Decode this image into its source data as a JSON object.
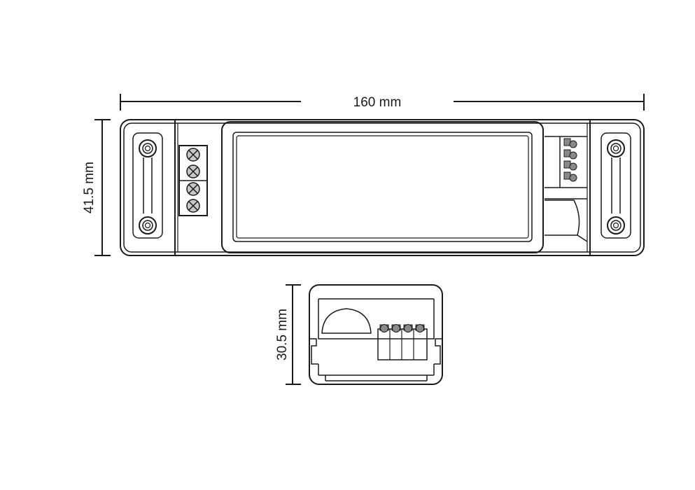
{
  "dimensions": {
    "length": "160 mm",
    "width": "41.5 mm",
    "height": "30.5 mm"
  },
  "colors": {
    "line": "#1a1a1a",
    "screw_fill": "#c8c8c8",
    "push_terminal_fill": "#8a8a8a",
    "background": "#ffffff"
  },
  "components": {
    "top_view": {
      "screw_terminals": 4,
      "push_terminals": 4,
      "mounting_holes": 4
    },
    "end_view": {
      "push_terminals": 4
    }
  }
}
